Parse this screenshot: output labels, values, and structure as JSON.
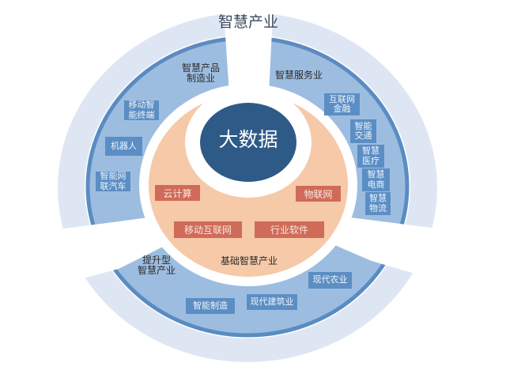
{
  "title": "智慧产业",
  "center": {
    "label": "大数据"
  },
  "core": {
    "label": "基础智慧产业",
    "items": [
      "云计算",
      "物联网",
      "移动互联网",
      "行业软件"
    ]
  },
  "sectors": [
    {
      "label": "智慧产品\n制造业",
      "items": [
        "移动智\n能终端",
        "机器人",
        "智能网\n联汽车"
      ]
    },
    {
      "label": "智慧服务业",
      "items": [
        "互联网\n金融",
        "智能\n交通",
        "智慧\n医疗",
        "智慧\n电商",
        "智慧\n物流"
      ]
    },
    {
      "label": "提升型\n智慧产业",
      "items": [
        "智能制造",
        "现代建筑业",
        "现代农业"
      ]
    }
  ],
  "colors": {
    "outer_ring": "#dfe6f3",
    "blue_ring": "#9dbde0",
    "blue_ring_stroke": "#5a8cc2",
    "blue_box": "#5b8ec4",
    "core_fill": "#f6c9a8",
    "core_box": "#cf6b58",
    "center_fill": "#2e5a87",
    "title_text": "#3b4a5e"
  }
}
